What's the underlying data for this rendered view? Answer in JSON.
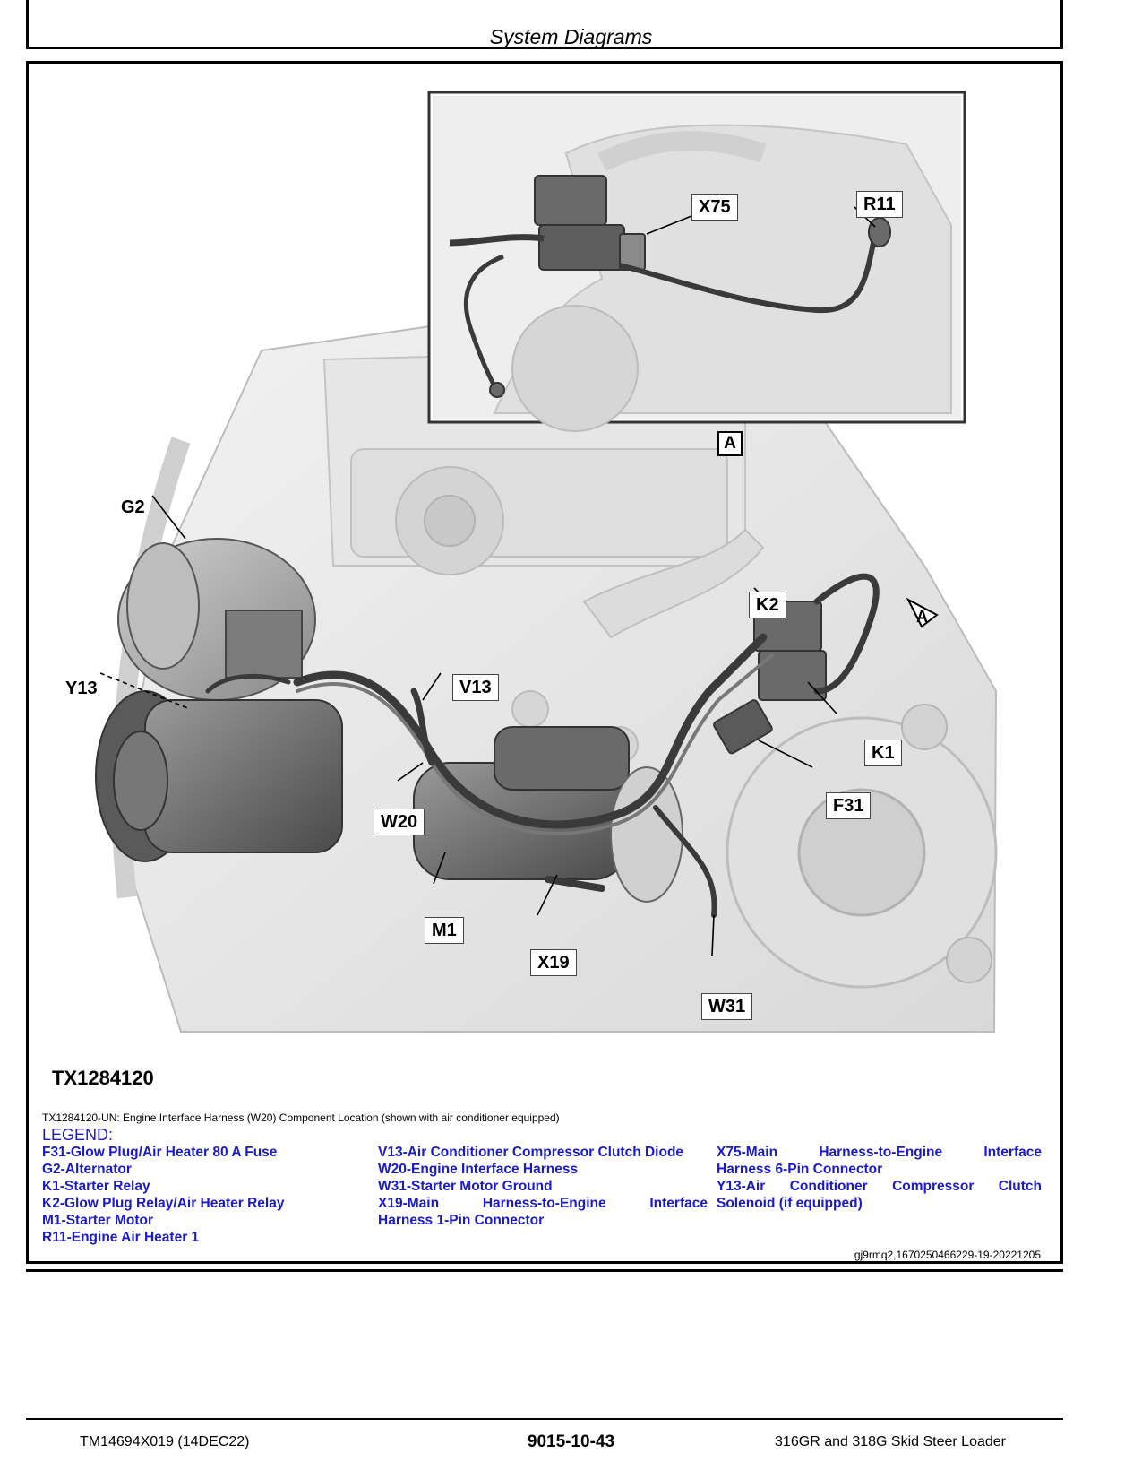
{
  "header": {
    "section_title": "System Diagrams"
  },
  "figure": {
    "id_label": "TX1284120",
    "inset_tag": "A",
    "view_marker": "A",
    "callouts": {
      "x75": "X75",
      "r11": "R11",
      "g2": "G2",
      "y13": "Y13",
      "v13": "V13",
      "k2": "K2",
      "k1": "K1",
      "f31": "F31",
      "w20": "W20",
      "m1": "M1",
      "x19": "X19",
      "w31": "W31"
    }
  },
  "caption": "TX1284120-UN: Engine Interface Harness (W20) Component Location (shown with air conditioner equipped)",
  "legend": {
    "title": "LEGEND:",
    "col1": [
      "F31-Glow Plug/Air Heater 80 A Fuse",
      "G2-Alternator",
      "K1-Starter Relay",
      "K2-Glow Plug Relay/Air Heater Relay",
      "M1-Starter Motor",
      "R11-Engine Air Heater 1"
    ],
    "col2": [
      "V13-Air Conditioner Compressor Clutch Diode",
      "W20-Engine Interface Harness",
      "W31-Starter Motor Ground",
      [
        "X19-Main",
        "Harness-to-Engine",
        "Interface"
      ],
      "Harness 1-Pin Connector"
    ],
    "col3": [
      [
        "X75-Main",
        "Harness-to-Engine",
        "Interface"
      ],
      "Harness 6-Pin Connector",
      [
        "Y13-Air",
        "Conditioner",
        "Compressor",
        "Clutch"
      ],
      "Solenoid (if equipped)"
    ]
  },
  "reference_code": "gj9rmq2,1670250466229-19-20221205",
  "footer": {
    "doc_id": "TM14694X019 (14DEC22)",
    "page_number": "9015-10-43",
    "machine": "316GR and 318G Skid Steer Loader"
  }
}
